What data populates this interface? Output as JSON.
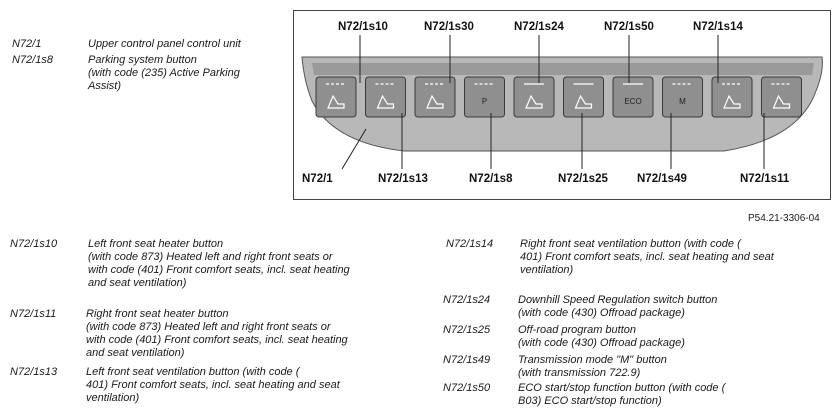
{
  "intro": [
    {
      "code": "N72/1",
      "desc": [
        "Upper control panel control unit"
      ]
    },
    {
      "code": "N72/1s8",
      "desc": [
        "Parking system button",
        "(with code (235) Active Parking",
        "Assist)"
      ]
    }
  ],
  "figure": {
    "ref": "P54.21-3306-04",
    "labels_top": [
      "N72/1s10",
      "N72/1s30",
      "N72/1s24",
      "N72/1s50",
      "N72/1s14"
    ],
    "labels_bottom": [
      "N72/1",
      "N72/1s13",
      "N72/1s8",
      "N72/1s25",
      "N72/1s49",
      "N72/1s11"
    ],
    "buttons": [
      "",
      "",
      "",
      "P",
      "",
      "",
      "ECO",
      "M",
      "",
      ""
    ]
  },
  "legend_left": [
    {
      "code": "N72/1s10",
      "desc": [
        "Left front seat heater button",
        "(with code 873) Heated left and right front seats or",
        "with code (401) Front comfort seats, incl. seat heating",
        "and seat ventilation)"
      ]
    },
    {
      "code": "N72/1s11",
      "desc": [
        "Right front seat heater button",
        "(with code 873) Heated left and right front seats or",
        "with code (401) Front comfort seats, incl. seat heating",
        "and seat ventilation)"
      ]
    },
    {
      "code": "N72/1s13",
      "desc": [
        "Left front seat ventilation button (with code (",
        "401) Front comfort seats, incl. seat heating and seat",
        "ventilation)"
      ]
    }
  ],
  "legend_right": [
    {
      "code": "N72/1s14",
      "desc": [
        "Right front seat ventilation button (with code (",
        "401) Front comfort seats, incl. seat heating and seat",
        "ventilation)"
      ]
    },
    {
      "code": "N72/1s24",
      "desc": [
        "Downhill Speed Regulation switch button",
        "(with code (430) Offroad package)"
      ]
    },
    {
      "code": "N72/1s25",
      "desc": [
        "Off-road program button",
        "(with code (430) Offroad package)"
      ]
    },
    {
      "code": "N72/1s49",
      "desc": [
        "Transmission mode \"M\" button",
        "(with transmission 722.9)"
      ]
    },
    {
      "code": "N72/1s50",
      "desc": [
        "ECO start/stop function button (with code (",
        "B03) ECO start/stop function)"
      ]
    }
  ]
}
